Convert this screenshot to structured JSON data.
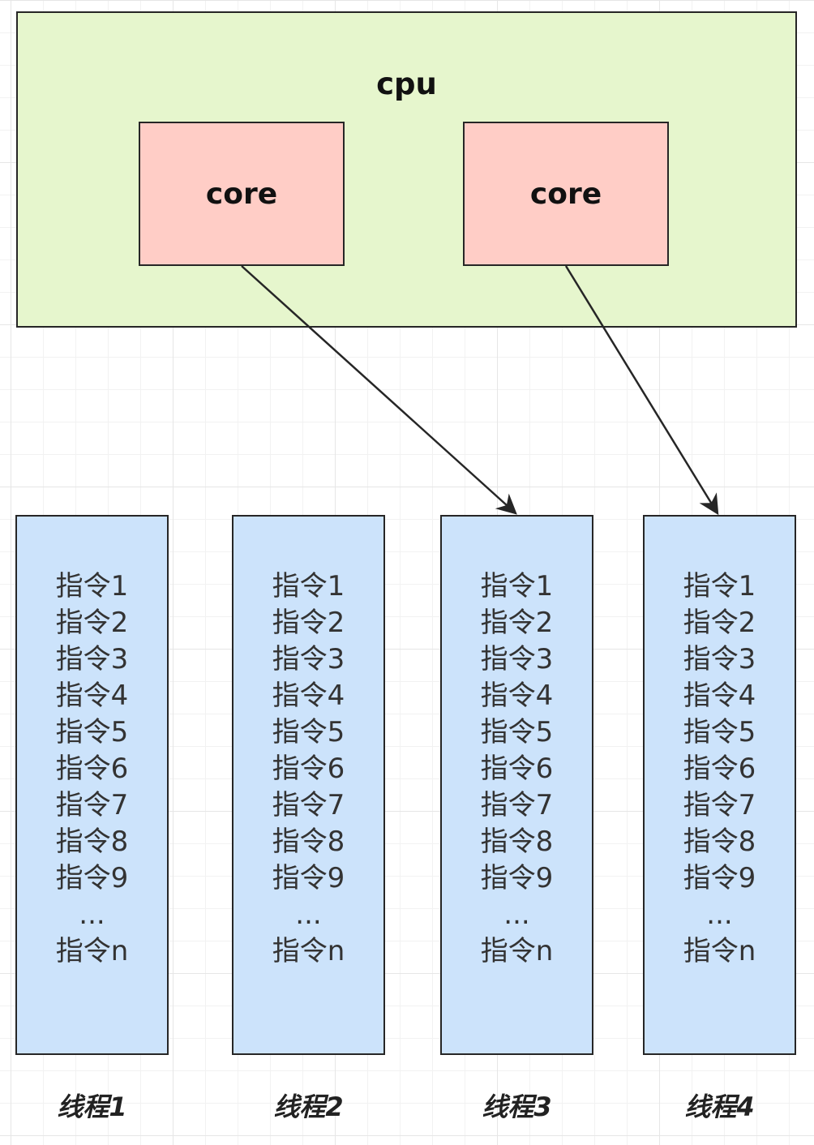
{
  "cpu": {
    "label": "cpu",
    "cores": [
      {
        "label": "core"
      },
      {
        "label": "core"
      }
    ]
  },
  "threads": [
    {
      "label": "线程1",
      "instructions": [
        "指令1",
        "指令2",
        "指令3",
        "指令4",
        "指令5",
        "指令6",
        "指令7",
        "指令8",
        "指令9",
        "...",
        "指令n"
      ]
    },
    {
      "label": "线程2",
      "instructions": [
        "指令1",
        "指令2",
        "指令3",
        "指令4",
        "指令5",
        "指令6",
        "指令7",
        "指令8",
        "指令9",
        "...",
        "指令n"
      ]
    },
    {
      "label": "线程3",
      "instructions": [
        "指令1",
        "指令2",
        "指令3",
        "指令4",
        "指令5",
        "指令6",
        "指令7",
        "指令8",
        "指令9",
        "...",
        "指令n"
      ]
    },
    {
      "label": "线程4",
      "instructions": [
        "指令1",
        "指令2",
        "指令3",
        "指令4",
        "指令5",
        "指令6",
        "指令7",
        "指令8",
        "指令9",
        "...",
        "指令n"
      ]
    }
  ],
  "connections": [
    {
      "from": "core-1",
      "to": "thread-3"
    },
    {
      "from": "core-2",
      "to": "thread-4"
    }
  ],
  "colors": {
    "cpu_fill": "#e6f6cd",
    "core_fill": "#ffcdc6",
    "thread_fill": "#cce3fb",
    "stroke": "#262626"
  }
}
